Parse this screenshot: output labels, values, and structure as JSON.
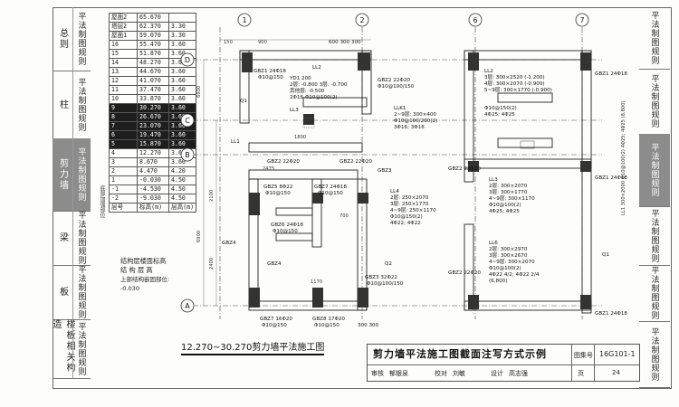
{
  "left_tabs": [
    {
      "big": "总则",
      "small": "平法制图规则",
      "active": false
    },
    {
      "big": "柱",
      "small": "平法制图规则",
      "active": false
    },
    {
      "big": "剪力墙",
      "small": "平法制图规则",
      "active": true
    },
    {
      "big": "梁",
      "small": "平法制图规则",
      "active": false
    },
    {
      "big": "板",
      "small": "平法制图规则",
      "active": false
    },
    {
      "big": "楼板相关构造",
      "small": "平法制图规则",
      "active": false
    }
  ],
  "right_tabs": [
    {
      "label": "平法制图规则",
      "active": false
    },
    {
      "label": "平法制图规则",
      "active": false
    },
    {
      "label": "平法制图规则",
      "active": true
    },
    {
      "label": "平法制图规则",
      "active": false
    },
    {
      "label": "平法制图规则",
      "active": false
    },
    {
      "label": "平法制图规则",
      "active": false
    }
  ],
  "floor_table": [
    [
      "屋面2",
      "65.670",
      ""
    ],
    [
      "塔层2",
      "62.370",
      "3.30"
    ],
    [
      "屋面1",
      "59.070",
      "3.30"
    ],
    [
      "16",
      "55.470",
      "3.60"
    ],
    [
      "15",
      "51.870",
      "3.60"
    ],
    [
      "14",
      "48.270",
      "3.60"
    ],
    [
      "13",
      "44.670",
      "3.60"
    ],
    [
      "12",
      "41.070",
      "3.60"
    ],
    [
      "11",
      "37.470",
      "3.60"
    ],
    [
      "10",
      "33.870",
      "3.60"
    ],
    [
      "9",
      "30.270",
      "3.60"
    ],
    [
      "8",
      "26.670",
      "3.60"
    ],
    [
      "7",
      "23.070",
      "3.60"
    ],
    [
      "6",
      "19.470",
      "3.60"
    ],
    [
      "5",
      "15.870",
      "3.60"
    ],
    [
      "4",
      "12.270",
      "3.60"
    ],
    [
      "3",
      "8.670",
      "3.60"
    ],
    [
      "2",
      "4.470",
      "4.20"
    ],
    [
      "1",
      "-0.030",
      "4.50"
    ],
    [
      "-1",
      "-4.530",
      "4.50"
    ],
    [
      "-2",
      "-9.030",
      "4.50"
    ],
    [
      "层号",
      "标高(m)",
      "层高(m)"
    ]
  ],
  "highlight_rows": [
    10,
    11,
    12,
    13,
    14
  ],
  "side_label_floor": "底部加强部位",
  "legend": {
    "line1": "结构层楼面标高",
    "line2": "结 构 层 高",
    "line3": "上部结构嵌固部位:",
    "line4": "-0.030"
  },
  "axes": {
    "top": [
      "1",
      "2",
      "6",
      "7"
    ],
    "left": [
      "D",
      "C",
      "B",
      "A"
    ]
  },
  "labels": {
    "gbz1": "GBZ1 24Φ18",
    "gbz1_s": "Φ10@150",
    "ll2": "LL2",
    "yd1": "YD1 200",
    "yd1_a": "2层: -0.800 3层: -0.700",
    "yd1_b": "其他层: -0.500",
    "yd1_c": "2Φ16 Φ10@100(2)",
    "gbz2": "GBZ2 22Φ20",
    "gbz2_s": "Φ10@100/150",
    "dim_600_300_300": "600 300 300",
    "lk1": "LLK1",
    "lk1_a": "2~9层: 300×400",
    "lk1_b": "Φ10@100/200(2)",
    "lk1_c": "3Φ16; 3Φ16",
    "ll3": "LL3",
    "ll1": "LL1",
    "gbz4": "GBZ4",
    "gbz5": "GBZ5 8Φ22",
    "gbz5_s": "Φ10@150",
    "gbz7_top": "GBZ7 24Φ18",
    "gbz7_top_s": "Φ10@150",
    "gbz6": "GBZ6 24Φ18",
    "gbz6_s": "Φ10@150",
    "gbz3": "GBZ3",
    "gbz3_b": "GBZ3 32Φ22",
    "gbz3_b_s": "Φ10@100/150",
    "ll4": "LL4",
    "ll4_a": "2层: 250×2070",
    "ll4_b": "3层: 250×1770",
    "ll4_c": "4~9层: 250×1170",
    "ll4_d": "Φ10@150(2)",
    "ll4_e": "4Φ22; 4Φ22",
    "q1": "Q1",
    "q2": "Q2",
    "gbz7_bot": "GBZ7 16Φ20",
    "gbz7_bot_s": "Φ10@150",
    "gbz8": "GBZ8 17Φ20",
    "gbz8_s": "Φ10@150",
    "dim_300_300": "300 300",
    "ll2_r": "LL2",
    "ll2_r_a": "3层: 300×2520 (-1.200)",
    "ll2_r_b": "4层: 300×2070 (-0.900)",
    "ll2_r_c": "5~9层: 300×1770 (-0.900)",
    "ll2_r_d": "Φ10@150(2)",
    "ll2_r_e": "4Φ25; 4Φ25",
    "ll3_r": "LL3",
    "ll3_r_a": "2层: 300×2070",
    "ll3_r_b": "3层: 300×1770",
    "ll3_r_c": "4~9层: 300×1170",
    "ll3_r_d": "Φ10@100(2)",
    "ll3_r_e": "4Φ25; 4Φ25",
    "ll6": "LL6",
    "ll6_a": "2层: 300×2970",
    "ll6_b": "3层: 300×2670",
    "ll6_c": "4~9层: 300×2070",
    "ll6_d": "Φ10@100(2)",
    "ll6_e": "4Φ22 4/2; 4Φ22 2/4",
    "ll6_f": "(6,800)",
    "right_q1": "Q1",
    "right_note": "LL1 300×2000 Φ10@100(2) 4Φ25; 4Φ25 (8.800)",
    "dim_150": "150",
    "dim_900": "900",
    "dim_1800": "1800",
    "dim_2475": "2475",
    "dim_6900": "6900",
    "dim_2400": "2400",
    "dim_2100": "2100",
    "dim_1170": "1170",
    "dim_700": "700"
  },
  "caption": "12.270~30.270剪力墙平法施工图",
  "title_block": {
    "title": "剪力墙平法施工图截面注写方式示例",
    "atlas_label": "图集号",
    "atlas_no": "16G101-1",
    "review_label": "审核",
    "review_name": "郁银泉",
    "check_label": "校对",
    "check_name": "刘敏",
    "design_label": "设计",
    "design_name": "高志强",
    "page_label": "页",
    "page_no": "24"
  }
}
